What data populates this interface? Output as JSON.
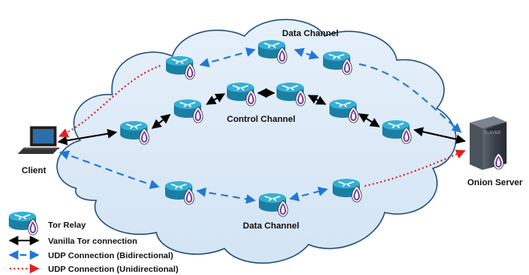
{
  "labels": {
    "client": "Client",
    "onion_server": "Onion Server",
    "data_channel_top": "Data Channel",
    "control_channel": "Control Channel",
    "data_channel_bottom": "Data Channel"
  },
  "legend": {
    "tor_relay": "Tor Relay",
    "vanilla": "Vanilla Tor connection",
    "udp_bidirectional": "UDP Connection (Bidirectional)",
    "udp_unidirectional": "UDP Connection (Unidirectional)"
  },
  "server_badge": "SERVER",
  "colors": {
    "cloud_fill": "#dceaf7",
    "cloud_stroke": "#1f4e79",
    "relay_top": "#2fa8cf",
    "relay_body": "#1a7fa3",
    "vanilla": "#000000",
    "udp_bidirectional": "#1f77d8",
    "udp_unidirectional": "#e02020"
  },
  "icons": {
    "relay": "router-icon",
    "client": "laptop-icon",
    "server": "server-icon",
    "onion": "onion-icon"
  }
}
